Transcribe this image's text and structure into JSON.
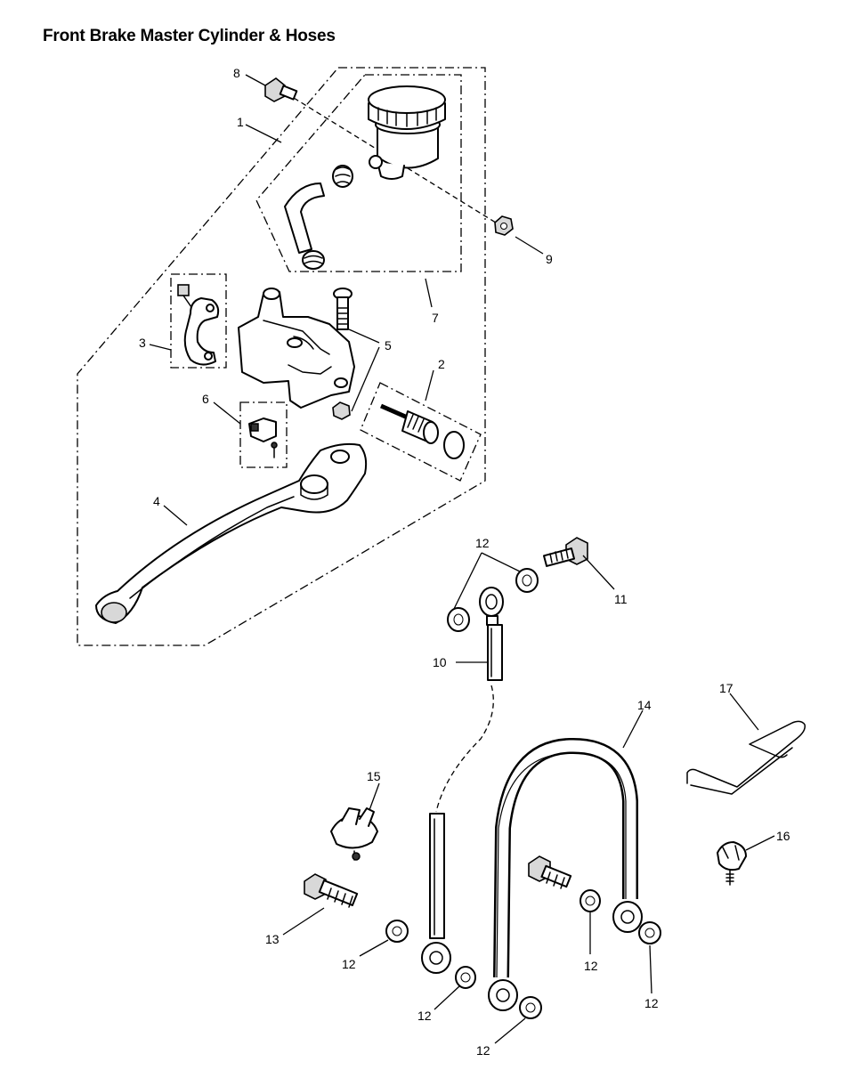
{
  "title": "Front Brake Master Cylinder & Hoses",
  "callouts": {
    "c1": "1",
    "c2": "2",
    "c3": "3",
    "c4": "4",
    "c5": "5",
    "c6": "6",
    "c7": "7",
    "c8": "8",
    "c9": "9",
    "c10": "10",
    "c11": "11",
    "c12a": "12",
    "c12b": "12",
    "c12c": "12",
    "c12d": "12",
    "c12e": "12",
    "c12f": "12",
    "c13": "13",
    "c14": "14",
    "c15": "15",
    "c16": "16",
    "c17": "17"
  }
}
